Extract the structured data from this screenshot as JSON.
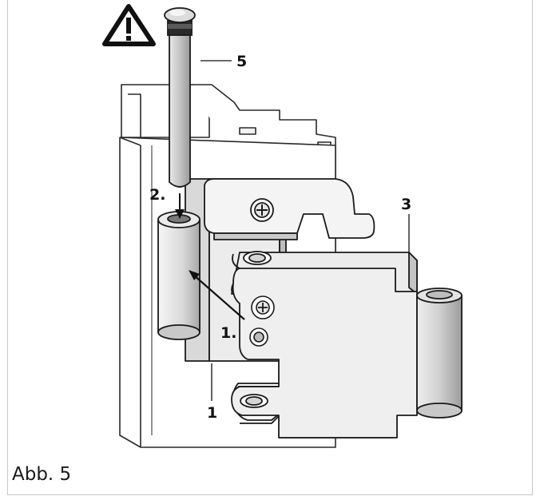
{
  "figure": {
    "caption": "Abb. 5",
    "callouts": {
      "part_pin": "5",
      "part_hinge_leaf": "3",
      "part_hinge_body": "1",
      "step_1": "1.",
      "step_2": "2."
    },
    "icons": {
      "warning": "warning-triangle-icon"
    },
    "colors": {
      "line": "#1a1a1a",
      "metal_light": "#f2f2f2",
      "metal_mid": "#dcdcdc",
      "metal_dark": "#b5b5b5",
      "frame_border": "#c8c8c8"
    }
  }
}
